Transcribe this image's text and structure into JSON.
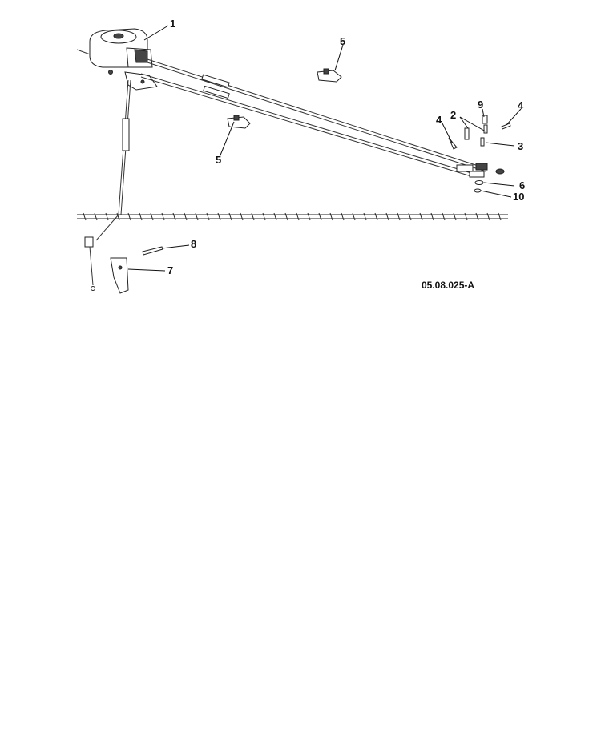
{
  "figure": {
    "reference": "05.08.025-A",
    "callouts": {
      "c1": "1",
      "c2": "2",
      "c3": "3",
      "c4a": "4",
      "c4b": "4",
      "c5a": "5",
      "c5b": "5",
      "c6": "6",
      "c7": "7",
      "c8": "8",
      "c9": "9",
      "c10": "10"
    }
  },
  "colors": {
    "line": "#222222",
    "background": "#ffffff"
  }
}
